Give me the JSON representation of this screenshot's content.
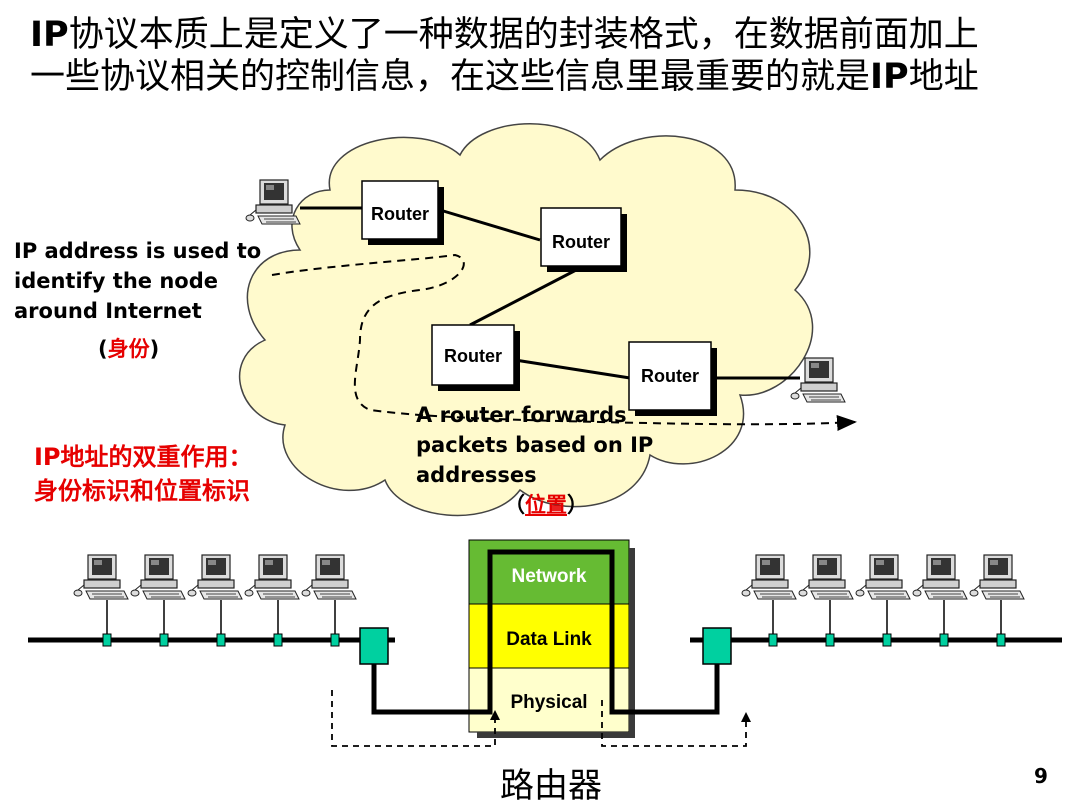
{
  "title": {
    "line1_bold": "IP",
    "line1_rest": "协议本质上是定义了一种数据的封装格式，在数据前面加上",
    "line2_rest": "一些协议相关的控制信息，在这些信息里最重要的就是",
    "line2_bold": "IP",
    "line2_end": "地址"
  },
  "left_note": {
    "line1": "IP address is used to",
    "line2": "identify the node",
    "line3": "around Internet",
    "open": "(",
    "identity": "身份",
    "close": ")"
  },
  "dual_role": {
    "line1": "IP地址的双重作用：",
    "line2": "身份标识和位置标识"
  },
  "forward_note": {
    "line1": "A router forwards",
    "line2": "packets based on IP",
    "line3": "addresses",
    "open": "（",
    "position": "位置",
    "close": "）"
  },
  "routers": [
    "Router",
    "Router",
    "Router",
    "Router"
  ],
  "layers": [
    "Network",
    "Data Link",
    "Physical"
  ],
  "bottom_label": "路由器",
  "page_number": "9",
  "colors": {
    "cloud": "#fffacd",
    "network_layer": "#66bb33",
    "datalink_layer": "#ffff00",
    "physical_layer": "#ffffcc",
    "node_marker": "#00d0a0",
    "accent_red": "#e60000"
  },
  "icons": [
    "desktop-computer-icon"
  ]
}
